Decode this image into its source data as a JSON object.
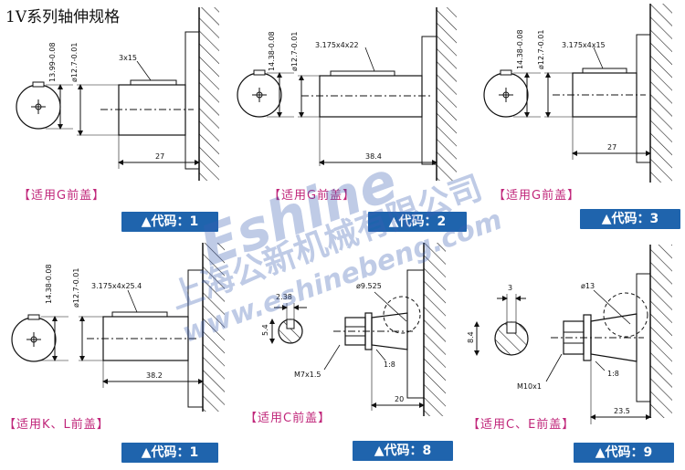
{
  "page": {
    "title": "1V系列轴伸规格"
  },
  "watermark": {
    "brand": "Eshine",
    "company_cn": "上海公新机械有限公司",
    "website": "www.eshinebeng.com"
  },
  "panels": [
    {
      "id": "p1",
      "dims": {
        "d1": "13.99-0.08",
        "d2": "ø12.7-0.01",
        "key": "3x15",
        "len": "27"
      },
      "note": "【适用G前盖】",
      "code": "▲代码：1"
    },
    {
      "id": "p2",
      "dims": {
        "d1": "14.38-0.08",
        "d2": "ø12.7-0.01",
        "key": "3.175x4x22",
        "len": "38.4"
      },
      "note": "【适用G前盖】",
      "code": "▲代码：2"
    },
    {
      "id": "p3",
      "dims": {
        "d1": "14.38-0.08",
        "d2": "ø12.7-0.01",
        "key": "3.175x4x15",
        "len": "27"
      },
      "note": "【适用G前盖】",
      "code": "▲代码：3"
    },
    {
      "id": "p4",
      "dims": {
        "d1": "14.38-0.08",
        "d2": "ø12.7-0.01",
        "key": "3.175x4x25.4",
        "len": "38.2"
      },
      "note": "【适用K、L前盖】",
      "code": "▲代码：1"
    },
    {
      "id": "p5",
      "dims": {
        "w": "2.38",
        "h": "5.4",
        "dia": "ø9.525",
        "thread": "M7x1.5",
        "taper": "1:8",
        "len": "20"
      },
      "note": "【适用C前盖】",
      "code": "▲代码：8"
    },
    {
      "id": "p6",
      "dims": {
        "w": "3",
        "h": "8.4",
        "dia": "ø13",
        "thread": "M10x1",
        "taper": "1:8",
        "len": "23.5"
      },
      "note": "【适用C、E前盖】",
      "code": "▲代码：9"
    }
  ]
}
